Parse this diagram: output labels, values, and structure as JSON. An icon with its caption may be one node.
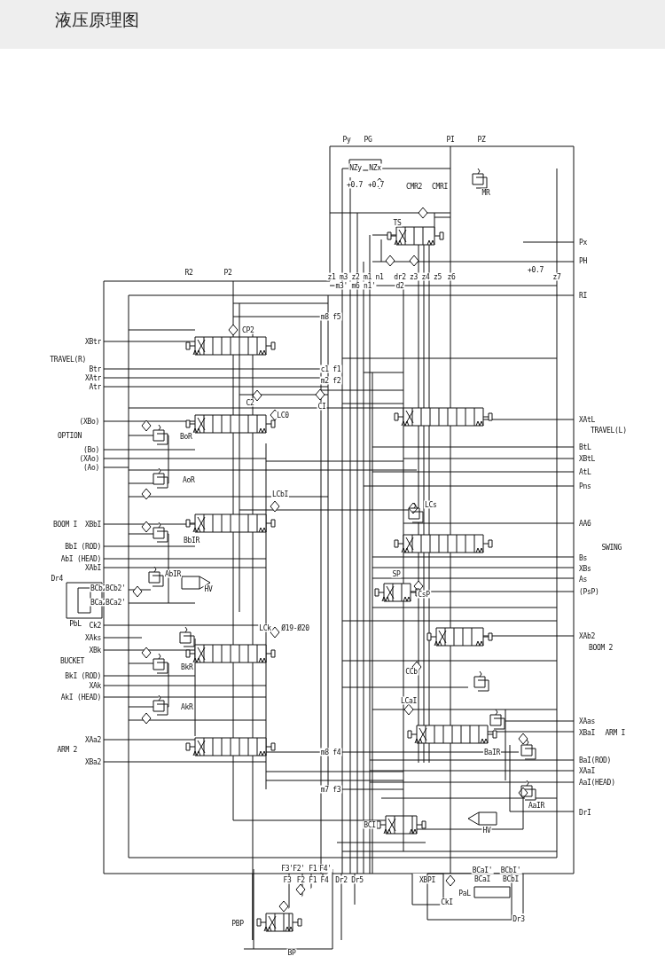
{
  "diagram": {
    "title": "液压原理图",
    "labels": [
      "Py",
      "PG",
      "PI",
      "PZ",
      "NZy",
      "NZx",
      "+0.7",
      "+0.7",
      "CMR2",
      "CMRI",
      "MR",
      "TS",
      "Px",
      "PH",
      "+0.7",
      "R2",
      "P2",
      "z1 m3 z2 m1 n1",
      "dr2",
      "z3 z4 z5",
      "z6",
      "z7",
      "m3' m6 n1'",
      "d2",
      "RI",
      "m8 f5",
      "XBtr",
      "CP2",
      "TRAVEL(R)",
      "Btr",
      "c1 f1",
      "XAtr",
      "m2 f2",
      "Atr",
      "C2",
      "CI",
      "LC0",
      "(XBo)",
      "XAtL",
      "OPTION",
      "TRAVEL(L)",
      "BoR",
      "BtL",
      "(Bo)",
      "(XAo)",
      "XBtL",
      "(Ao)",
      "AtL",
      "AoR",
      "Pns",
      "LCbI",
      "LCs",
      "BOOM I",
      "XBbI",
      "AA6",
      "BbIR",
      "BbI (ROD)",
      "SWING",
      "AbI (HEAD)",
      "Bs",
      "XAbI",
      "XBs",
      "AbIR",
      "Dr4",
      "As",
      "SP",
      "BCb2",
      "BCb2'",
      "HV",
      "(PsP)",
      "BCa2",
      "BCa2'",
      "CsP",
      "PbL",
      "Ck2",
      "LCk",
      "Ø19-Ø20",
      "XAks",
      "XAb2",
      "BOOM 2",
      "XBk",
      "BUCKET",
      "BkR",
      "CCb",
      "BkI (ROD)",
      "XAk",
      "AkI (HEAD)",
      "LCaI",
      "AkR",
      "XAas",
      "XBaI",
      "ARM I",
      "XAa2",
      "ARM 2",
      "m8 f4",
      "BaIR",
      "XBa2",
      "BaI(ROD)",
      "XAaI",
      "AaI(HEAD)",
      "m7 f3",
      "AaIR",
      "DrI",
      "BCI",
      "HV",
      "F3'",
      "F2' F1'",
      "F4'",
      "BCaI'",
      "BCbI'",
      "F3",
      "F2 F1",
      "F4",
      "Dr2",
      "Dr5",
      "XBPI",
      "BCaI",
      "BCbI",
      "PaL",
      "CkI",
      "Dr3",
      "PBP",
      "BP"
    ]
  }
}
